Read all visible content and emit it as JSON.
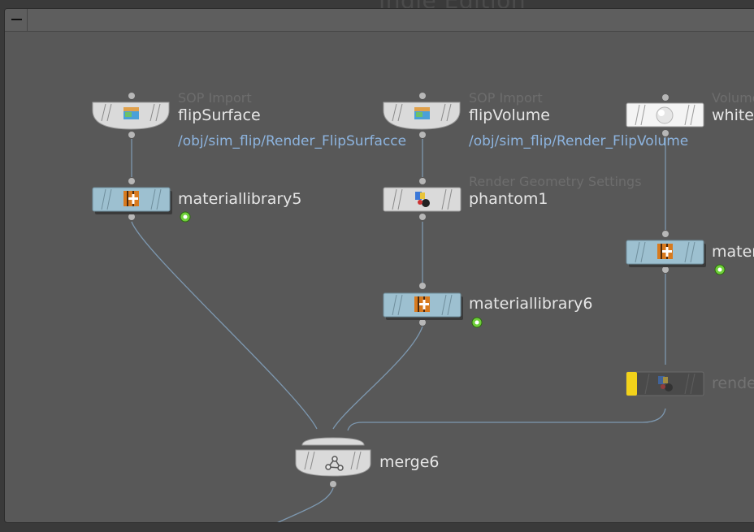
{
  "watermark": "Indie Edition",
  "nodes": {
    "flipSurface": {
      "type": "SOP Import",
      "name": "flipSurface",
      "path": "/obj/sim_flip/Render_FlipSurfacce"
    },
    "flipVolume": {
      "type": "SOP Import",
      "name": "flipVolume",
      "path": "/obj/sim_flip/Render_FlipVolume"
    },
    "whitewater": {
      "type": "Volume",
      "name": "whitew"
    },
    "materiallibrary5": {
      "name": "materiallibrary5"
    },
    "phantom1": {
      "type": "Render Geometry Settings",
      "name": "phantom1"
    },
    "materiallibrary6": {
      "name": "materiallibrary6"
    },
    "materiallibrary7": {
      "name": "mater"
    },
    "render": {
      "name": "rende"
    },
    "merge6": {
      "name": "merge6"
    }
  },
  "colors": {
    "material_node": "#9dc0d0",
    "wire": "#7d98b0",
    "bypass_flag": "#f2d21a",
    "path_text": "#8db4df"
  },
  "icons": {
    "sop-import": "cube-icon",
    "material": "material-box-icon",
    "render-settings": "render-settings-icon",
    "volume": "volume-cloud-icon",
    "merge": "merge-icon",
    "badge": "material-badge-icon"
  }
}
